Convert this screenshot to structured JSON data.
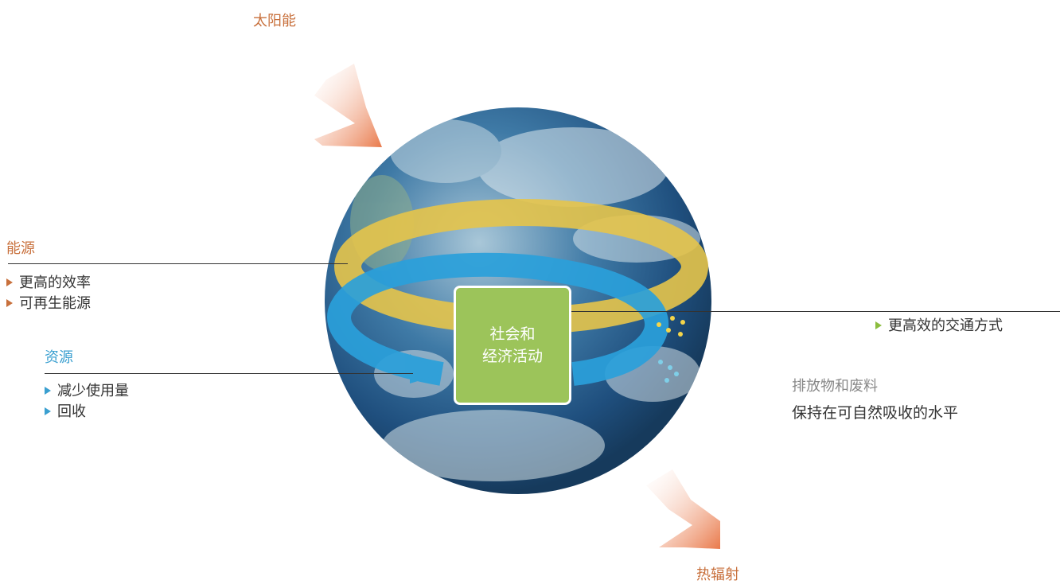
{
  "title": "太阳能",
  "solar_label": "太阳能",
  "heat_label": "热辐射",
  "center": {
    "line1": "社会和",
    "line2": "经济活动"
  },
  "energy": {
    "title": "能源",
    "items": [
      "更高的效率",
      "可再生能源"
    ]
  },
  "resources": {
    "title": "资源",
    "items": [
      "减少使用量",
      "回收"
    ]
  },
  "transport": {
    "items": [
      "更高效的交通方式"
    ]
  },
  "emissions": {
    "title": "排放物和废料",
    "text": "保持在可自然吸收的水平"
  },
  "colors": {
    "accent_orange": "#c8703c",
    "accent_blue": "#3a9fd0",
    "accent_green": "#8cbd3f",
    "ring_yellow": "#e6c44a",
    "ring_blue": "#2aa0da",
    "center_box": "#9cc45a"
  },
  "icons": [
    "solar-arrow-icon",
    "heat-arrow-icon",
    "earth-globe-icon",
    "bullet-triangle-icon"
  ]
}
